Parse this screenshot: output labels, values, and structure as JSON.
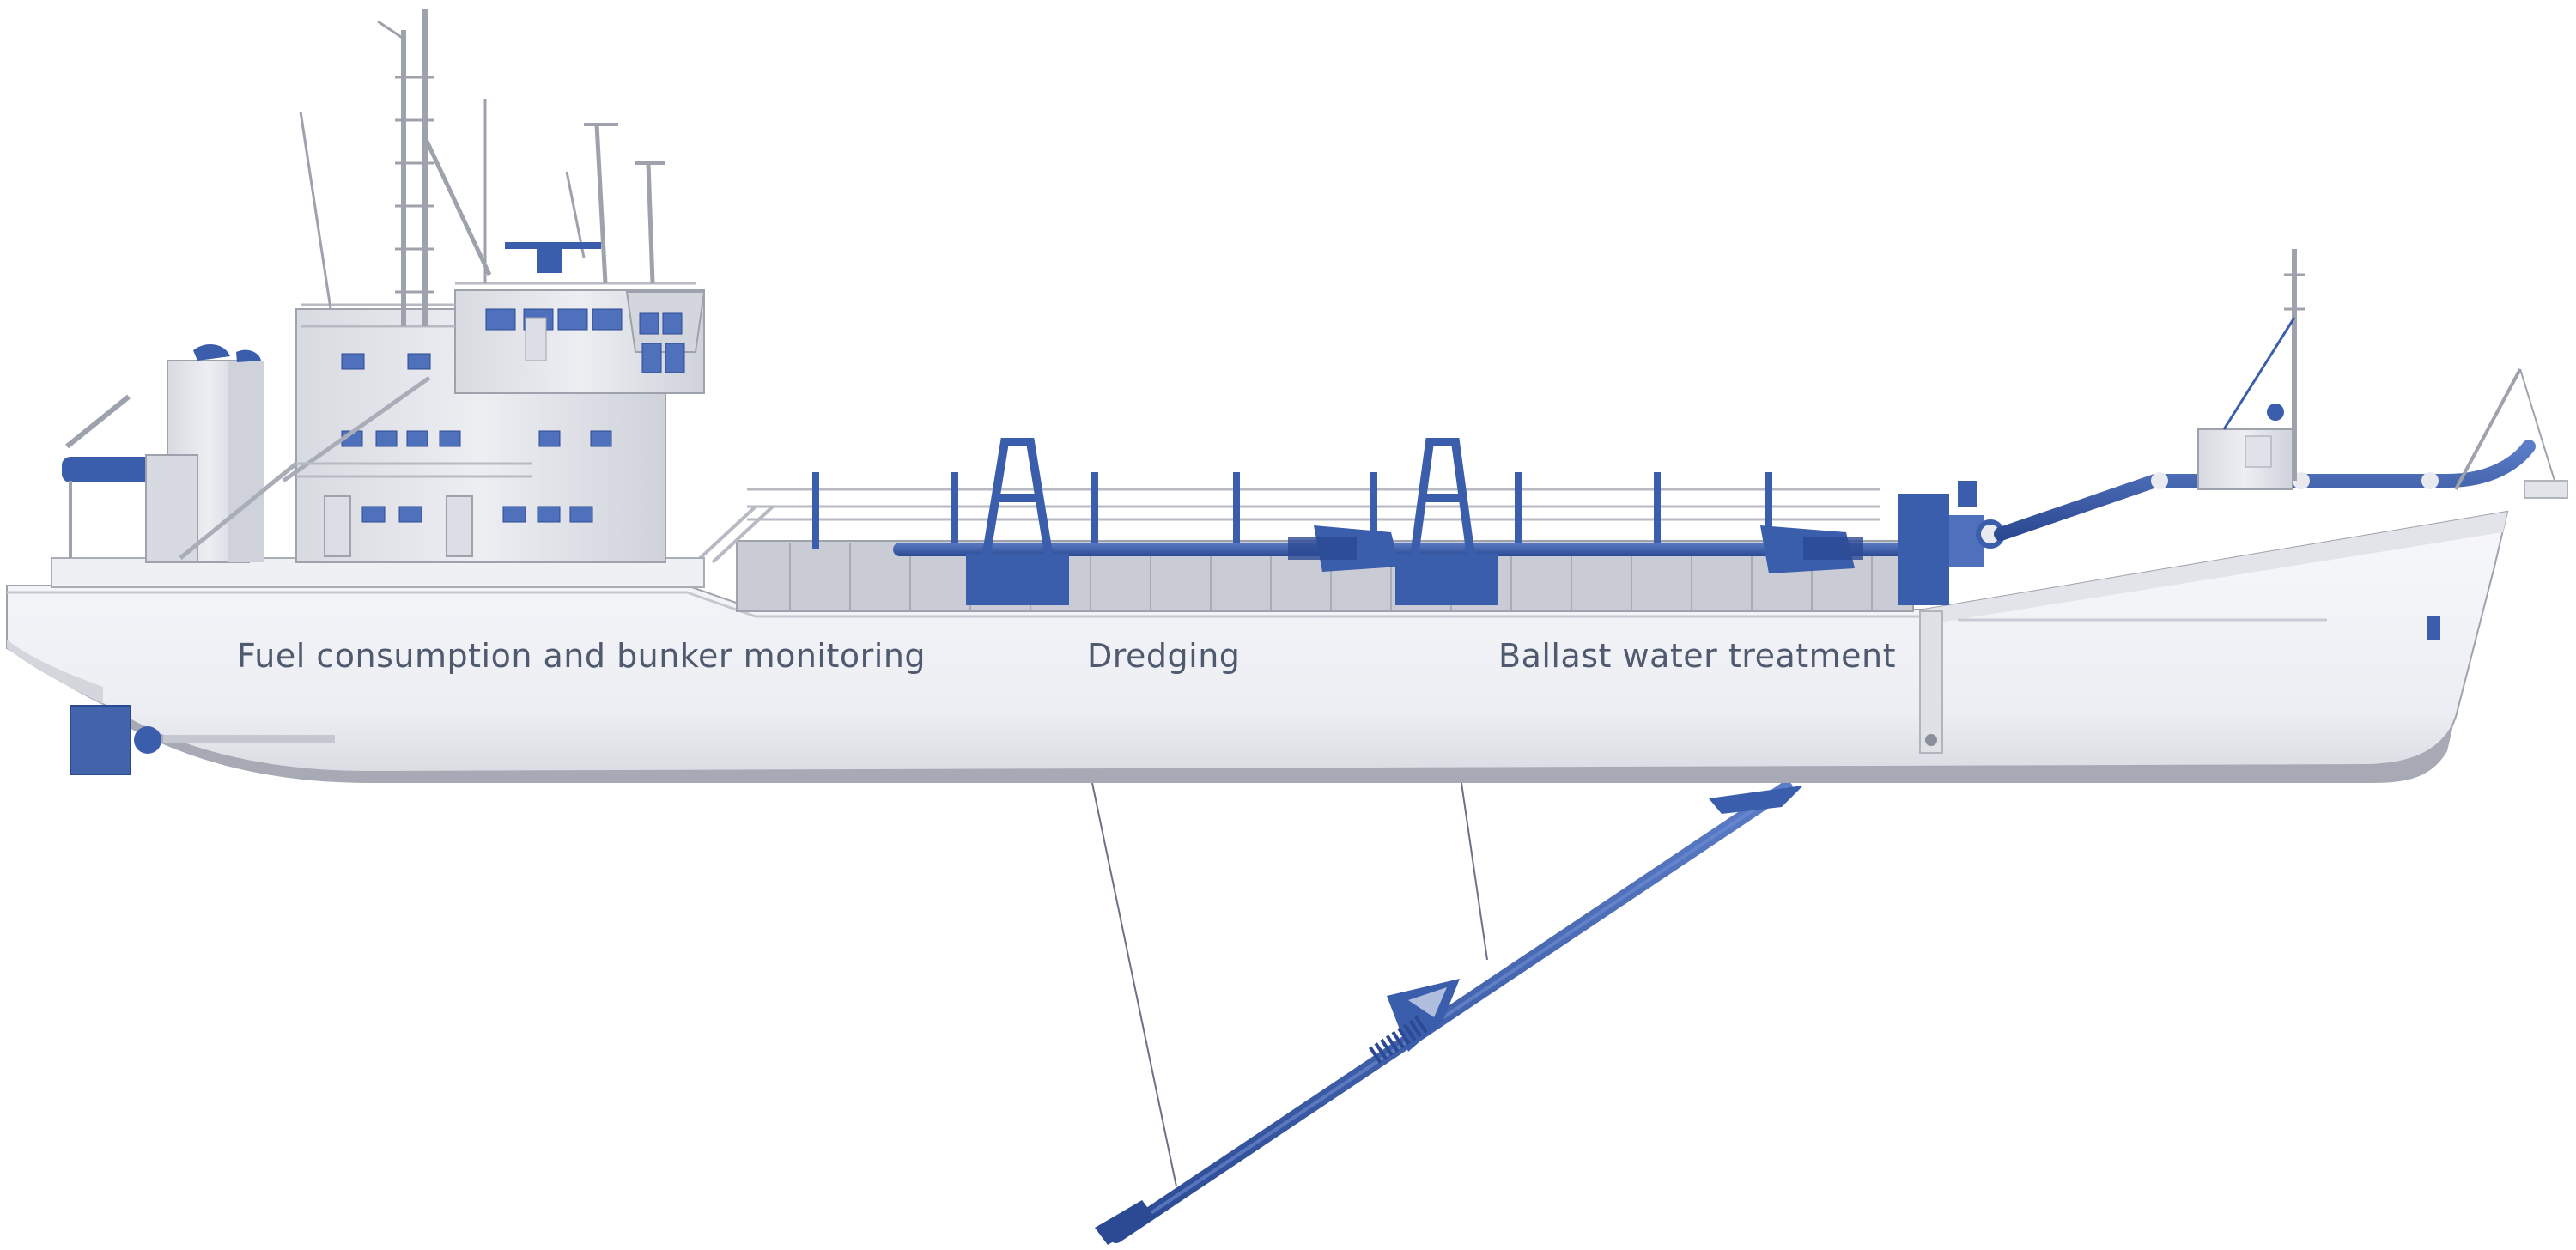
{
  "labels": {
    "fuel": "Fuel consumption and bunker monitoring",
    "dredging": "Dredging",
    "ballast": "Ballast water treatment"
  },
  "colors": {
    "hull": "#f1f2f6",
    "hull_shadow": "#aeb1bb",
    "superstructure": "#e4e6ec",
    "accent_blue": "#3a5dac",
    "deck_grey": "#b6b9c2",
    "text": "#505a6e"
  },
  "icons": {
    "ship": "dredger-vessel",
    "drag_arm": "suction-pipe",
    "draghead": "draghead"
  }
}
